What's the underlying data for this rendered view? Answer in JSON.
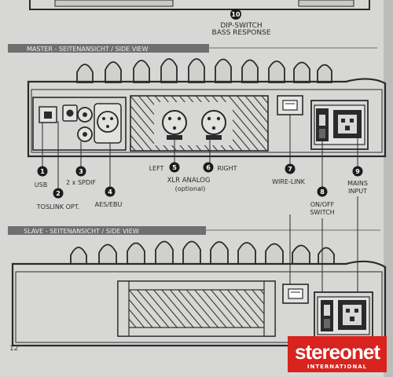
{
  "top": {
    "callout_number": "10",
    "dip_label_line1": "DIP-SWITCH",
    "dip_label_line2": "BASS RESPONSE"
  },
  "master": {
    "title": "MASTER - SEITENANSICHT / SIDE VIEW",
    "callouts": [
      {
        "number": "1",
        "label": "USB"
      },
      {
        "number": "2",
        "label": "TOSLINK OPT."
      },
      {
        "number": "3",
        "label": "2 x SPDIF"
      },
      {
        "number": "4",
        "label": "AES/EBU"
      },
      {
        "number": "5",
        "label": "LEFT"
      },
      {
        "number": "6",
        "label": "RIGHT"
      },
      {
        "number": "7",
        "label": "WIRE-LINK"
      },
      {
        "number": "8",
        "label_line1": "ON/OFF",
        "label_line2": "SWITCH"
      },
      {
        "number": "9",
        "label_line1": "MAINS",
        "label_line2": "INPUT"
      }
    ],
    "xlr_label_line1": "XLR ANALOG",
    "xlr_label_line2": "(optional)"
  },
  "slave": {
    "title": "SLAVE - SEITENANSICHT / SIDE VIEW"
  },
  "footer": {
    "page_number": "12",
    "logo_text": "stereonet",
    "logo_subtext": "INTERNATIONAL"
  },
  "colors": {
    "paper": "#d7d7d5",
    "ink": "#2a2a2a",
    "header_bar": "#6f6f6f",
    "logo_red": "#d8231e"
  }
}
